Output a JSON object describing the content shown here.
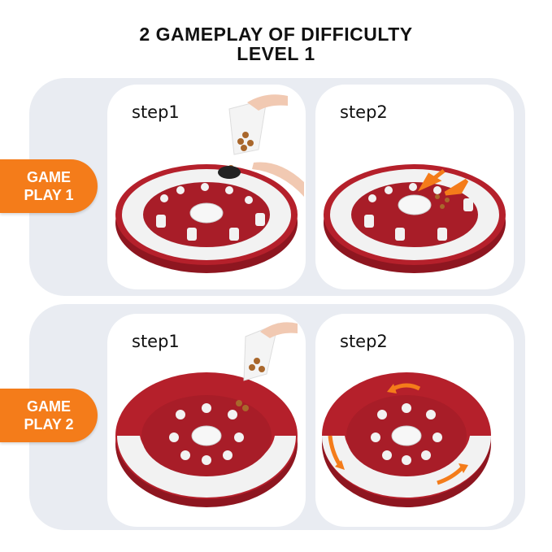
{
  "title": {
    "line1": "2 GAMEPLAY OF DIFFICULTY",
    "line2": "LEVEL 1"
  },
  "games": [
    {
      "tag_line1": "GAME",
      "tag_line2": "PLAY 1",
      "steps": [
        {
          "label": "step1"
        },
        {
          "label": "step2"
        }
      ]
    },
    {
      "tag_line1": "GAME",
      "tag_line2": "PLAY 2",
      "steps": [
        {
          "label": "step1"
        },
        {
          "label": "step2"
        }
      ]
    }
  ],
  "colors": {
    "accent_orange": "#f47c1a",
    "puzzle_red": "#b5202b",
    "puzzle_white": "#f2f2f2",
    "treat_brown": "#a9672c"
  }
}
